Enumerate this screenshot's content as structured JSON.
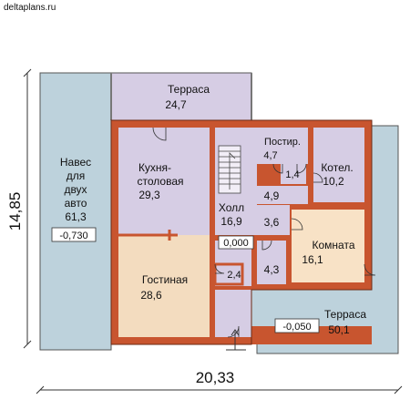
{
  "watermark": "deltaplans.ru",
  "dimensions": {
    "width": "20,33",
    "height": "14,85"
  },
  "rooms": {
    "terrace_top": {
      "name": "Терраса",
      "area": "24,7"
    },
    "carport": {
      "name_lines": [
        "Навес",
        "для",
        "двух",
        "авто"
      ],
      "area": "61,3",
      "level": "-0,730"
    },
    "kitchen": {
      "name_lines": [
        "Кухня-",
        "столовая"
      ],
      "area": "29,3"
    },
    "hall": {
      "name": "Холл",
      "area": "16,9",
      "level": "0,000"
    },
    "laundry": {
      "name": "Постир.",
      "area": "4,7"
    },
    "boiler": {
      "name": "Котел.",
      "area": "10,2"
    },
    "small_1_4": {
      "area": "1,4"
    },
    "corridor_4_9": {
      "area": "4,9"
    },
    "bath_3_6": {
      "area": "3,6"
    },
    "room": {
      "name": "Комната",
      "area": "16,1"
    },
    "bath_4_3": {
      "area": "4,3"
    },
    "small_2_4": {
      "area": "2,4"
    },
    "living": {
      "name": "Гостиная",
      "area": "28,6"
    },
    "terrace_right": {
      "name": "Терраса",
      "area": "50,1",
      "level": "-0,050"
    }
  },
  "colors": {
    "wall": "#c8552f",
    "terrace": "#bdd2dc",
    "purple_room": "#d6cde4",
    "living_room": "#f3dcbf",
    "room_room": "#f8e2c6",
    "wall_outline": "#6b2a14"
  }
}
